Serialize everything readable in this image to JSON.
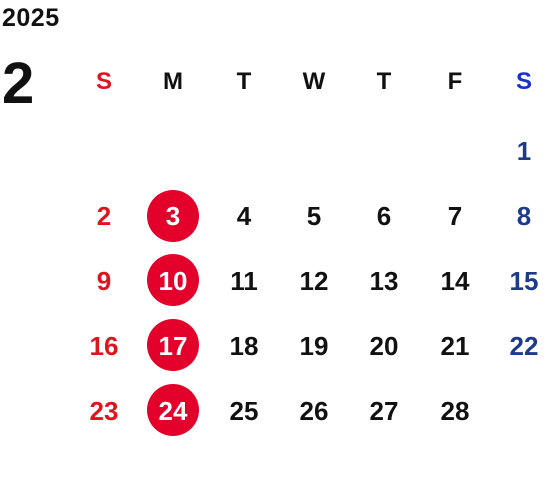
{
  "year": "2025",
  "month": "2",
  "colors": {
    "sunday": "#e0141e",
    "saturday": "#1e3a8a",
    "saturday_header": "#1a2fd0",
    "highlight_circle": "#e3002b",
    "text": "#111111"
  },
  "weekdays": [
    "S",
    "M",
    "T",
    "W",
    "T",
    "F",
    "S"
  ],
  "weeks": [
    [
      "",
      "",
      "",
      "",
      "",
      "",
      "1"
    ],
    [
      "2",
      "3",
      "4",
      "5",
      "6",
      "7",
      "8"
    ],
    [
      "9",
      "10",
      "11",
      "12",
      "13",
      "14",
      "15"
    ],
    [
      "16",
      "17",
      "18",
      "19",
      "20",
      "21",
      "22"
    ],
    [
      "23",
      "24",
      "25",
      "26",
      "27",
      "28",
      ""
    ]
  ],
  "highlighted_days": [
    "3",
    "10",
    "17",
    "24"
  ]
}
